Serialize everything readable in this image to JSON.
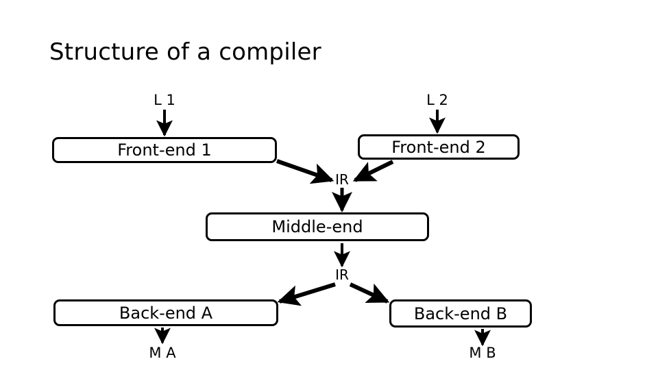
{
  "slide": {
    "title": "Structure of a compiler",
    "background_color": "#ffffff",
    "line_color": "#000000"
  },
  "nodes": {
    "frontend1": "Front-end 1",
    "frontend2": "Front-end 2",
    "middleend": "Middle-end",
    "backenda": "Back-end A",
    "backendb": "Back-end B"
  },
  "edge_labels": {
    "input_language_1": "L 1",
    "input_language_2": "L 2",
    "ir_upper": "IR",
    "ir_lower": "IR",
    "machine_a": "M A",
    "machine_b": "M B"
  }
}
